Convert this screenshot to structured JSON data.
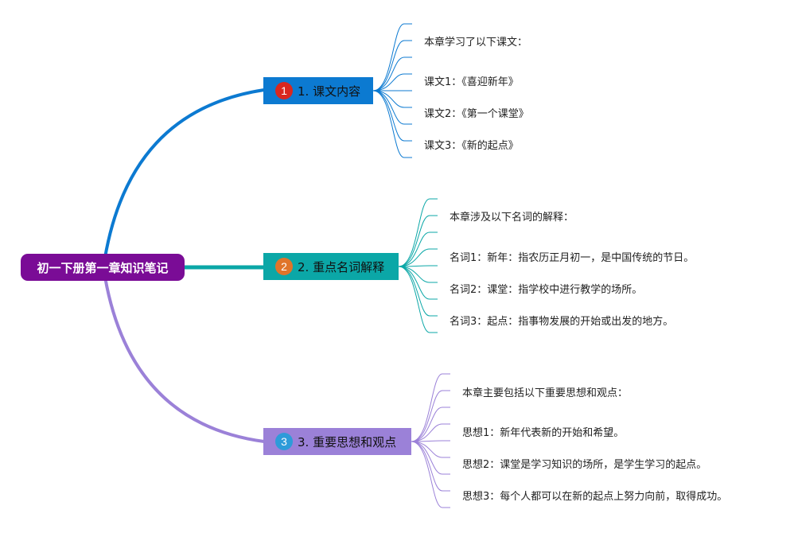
{
  "root": {
    "label": "初一下册第一章知识笔记"
  },
  "colors": {
    "root": "#7a0c96",
    "branch1": "#0c7ad1",
    "branch2": "#0ba7a7",
    "branch3": "#9b81d8",
    "badge1": "#d9271e",
    "badge2": "#e0742a",
    "badge3": "#2e9bd9"
  },
  "branches": [
    {
      "badge": "1",
      "label": "1. 课文内容",
      "leaves": [
        "本章学习了以下课文：",
        "课文1：《喜迎新年》",
        "课文2：《第一个课堂》",
        "课文3：《新的起点》"
      ]
    },
    {
      "badge": "2",
      "label": "2. 重点名词解释",
      "leaves": [
        "本章涉及以下名词的解释：",
        "名词1：新年：指农历正月初一，是中国传统的节日。",
        "名词2：课堂：指学校中进行教学的场所。",
        "名词3：起点：指事物发展的开始或出发的地方。"
      ]
    },
    {
      "badge": "3",
      "label": "3. 重要思想和观点",
      "leaves": [
        "本章主要包括以下重要思想和观点：",
        "思想1：新年代表新的开始和希望。",
        "思想2：课堂是学习知识的场所，是学生学习的起点。",
        "思想3：每个人都可以在新的起点上努力向前，取得成功。"
      ]
    }
  ]
}
